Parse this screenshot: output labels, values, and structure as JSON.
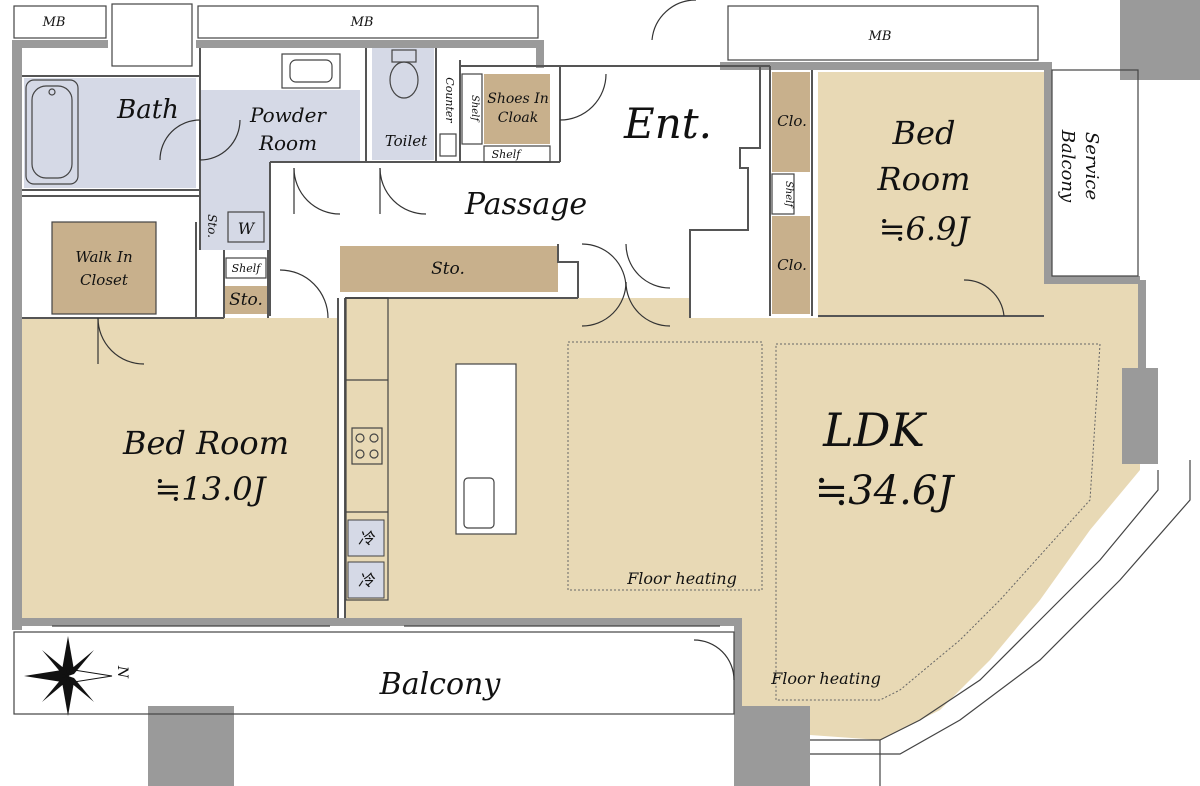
{
  "rooms": {
    "mb_left": "MB",
    "mb_middle": "MB",
    "mb_right": "MB",
    "bath": "Bath",
    "powder_1": "Powder",
    "powder_2": "Room",
    "toilet": "Toilet",
    "counter": "Counter",
    "shelf_vertical": "Shelf",
    "shoes_1": "Shoes In",
    "shoes_2": "Cloak",
    "shelf_shoes": "Shelf",
    "ent": "Ent.",
    "clo_top": "Clo.",
    "clo_bottom": "Clo.",
    "shelf_bed": "Shelf",
    "bed_small_1": "Bed",
    "bed_small_2": "Room",
    "bed_small_size": "≒6.9J",
    "service_1": "Service",
    "service_2": "Balcony",
    "passage": "Passage",
    "sto_narrow": "Sto.",
    "washer": "W",
    "walkin_1": "Walk In",
    "walkin_2": "Closet",
    "shelf_small": "Shelf",
    "sto_small": "Sto.",
    "sto_long": "Sto.",
    "bed_large": "Bed Room",
    "bed_large_size": "≒13.0J",
    "ldk": "LDK",
    "ldk_size": "≒34.6J",
    "floor_heating_1": "Floor heating",
    "floor_heating_2": "Floor heating",
    "fridge_1": "冷",
    "fridge_2": "冷",
    "balcony": "Balcony",
    "north": "N"
  },
  "colors": {
    "living_floor": "#E8D9B5",
    "wet_area": "#D5D9E6",
    "storage": "#C8B08C",
    "wall": "#9A9A9A",
    "outline": "#555555"
  }
}
